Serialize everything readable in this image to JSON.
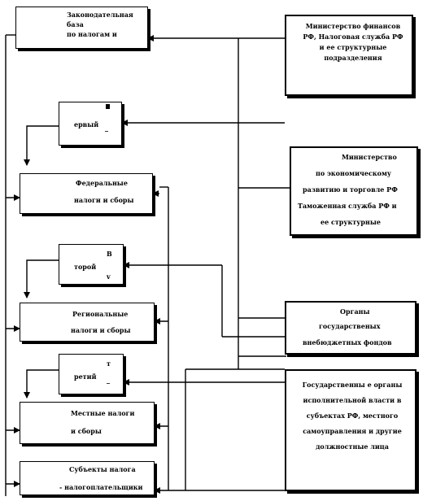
{
  "diagram": {
    "legislation": {
      "line1": "Законодательная",
      "line2": "база",
      "line3": "по налогам и"
    },
    "levels": {
      "first": {
        "word": "ервый",
        "marker_top": "",
        "marker_bottom": "_"
      },
      "second": {
        "word": "торой",
        "marker_top": "В",
        "marker_bottom": "v"
      },
      "third": {
        "word": "ретий",
        "marker_top": "т",
        "marker_bottom": "_"
      }
    },
    "taxes": {
      "federal": {
        "line1": "Федеральные",
        "line2": "налоги и сборы"
      },
      "regional": {
        "line1": "Региональные",
        "line2": "налоги и сборы"
      },
      "local": {
        "line1": "Местные налоги",
        "line2": "и сборы"
      },
      "subjects": {
        "line1": "Субъекты налога",
        "line2": "- налогоплательщики"
      }
    },
    "authorities": {
      "ministry_finance": "Министерство финансов РФ, Налоговая служба РФ и ее структурные подразделения",
      "ministry_economy": {
        "line1": "Министерство",
        "line2": "по экономическому",
        "line3": "развитию и торговле РФ",
        "line4": "Таможенная служба РФ и",
        "line5": "ее структурные"
      },
      "funds": {
        "line1": "Органы",
        "line2": "государственых",
        "line3": "внебюджетных фондов"
      },
      "state_bodies": "Государственны е органы исполнительной власти в субъектах РФ, местного самоуправления и другие должностные лица"
    }
  }
}
